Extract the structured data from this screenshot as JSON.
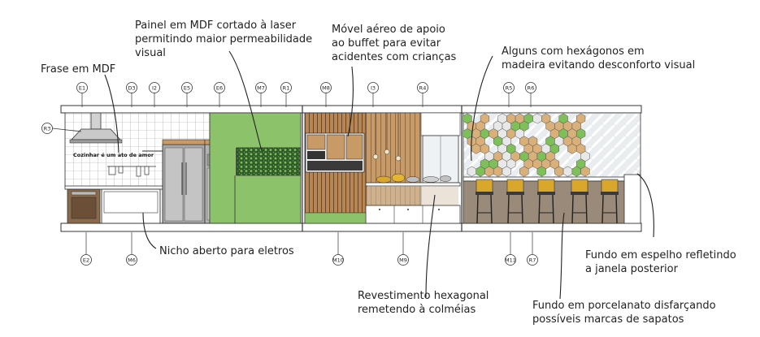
{
  "annotations": {
    "painel": [
      "Painel em MDF cortado à laser",
      "permitindo maior permeabilidade",
      "visual"
    ],
    "frase": [
      "Frase em MDF"
    ],
    "movel": [
      "Móvel aéreo de apoio",
      "ao buffet para evitar",
      "acidentes com crianças"
    ],
    "alguns": [
      "Alguns com hexágonos em",
      "madeira evitando desconforto visual"
    ],
    "nicho": [
      "Nicho aberto para eletros"
    ],
    "revestimento": [
      "Revestimento hexagonal",
      "remetendo à colméias"
    ],
    "fundo_espelho": [
      "Fundo em espelho refletindo",
      "a janela posterior"
    ],
    "fundo_porcelanato": [
      "Fundo em porcelanato disfarçando",
      "possíveis marcas de sapatos"
    ]
  },
  "tags_top": [
    "E1",
    "D3",
    "I2",
    "E5",
    "E6",
    "M7",
    "R1",
    "M8",
    "I3",
    "R4",
    "R5",
    "R6"
  ],
  "tags_left": [
    "R3"
  ],
  "tags_bottom": [
    "E2",
    "M6",
    "M10",
    "M9",
    "M11",
    "R7"
  ],
  "phrase_text": "Cozinhar é um ato de amor",
  "colors": {
    "green_panel": "#8cc26a",
    "wood": "#c79a66",
    "wood_dark": "#7a5536",
    "mustard": "#d9a82a",
    "hex_green": "#7fbf5a",
    "hex_wood": "#d9b07a",
    "steel": "#b9b9b9",
    "line": "#333333"
  }
}
